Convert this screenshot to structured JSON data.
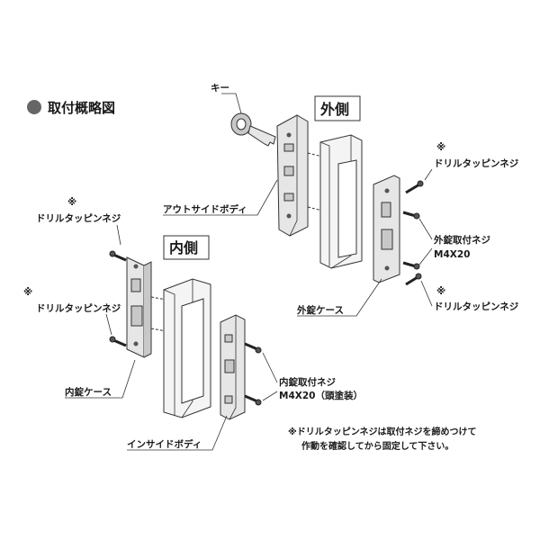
{
  "title": "取付概略図",
  "colors": {
    "bullet": "#666666",
    "outline": "#333333",
    "part_fill": "#e6e6e6"
  },
  "labels": {
    "outer_side": "外側",
    "inner_side": "内側",
    "key": "キー",
    "outside_body": "アウトサイドボディ",
    "outer_case": "外錠ケース",
    "outer_screw_line1": "外錠取付ネジ",
    "outer_screw_line2": "M4X20",
    "drill_screw_mark": "※",
    "drill_screw": "ドリルタッピンネジ",
    "inner_case": "内錠ケース",
    "inner_screw_line1": "内錠取付ネジ",
    "inner_screw_line2": "M4X20（頭塗装）",
    "inside_body": "インサイドボディ"
  },
  "note": {
    "line1": "※ドリルタッピンネジは取付ネジを締めつけて",
    "line2": "作動を確認してから固定して下さい。"
  }
}
